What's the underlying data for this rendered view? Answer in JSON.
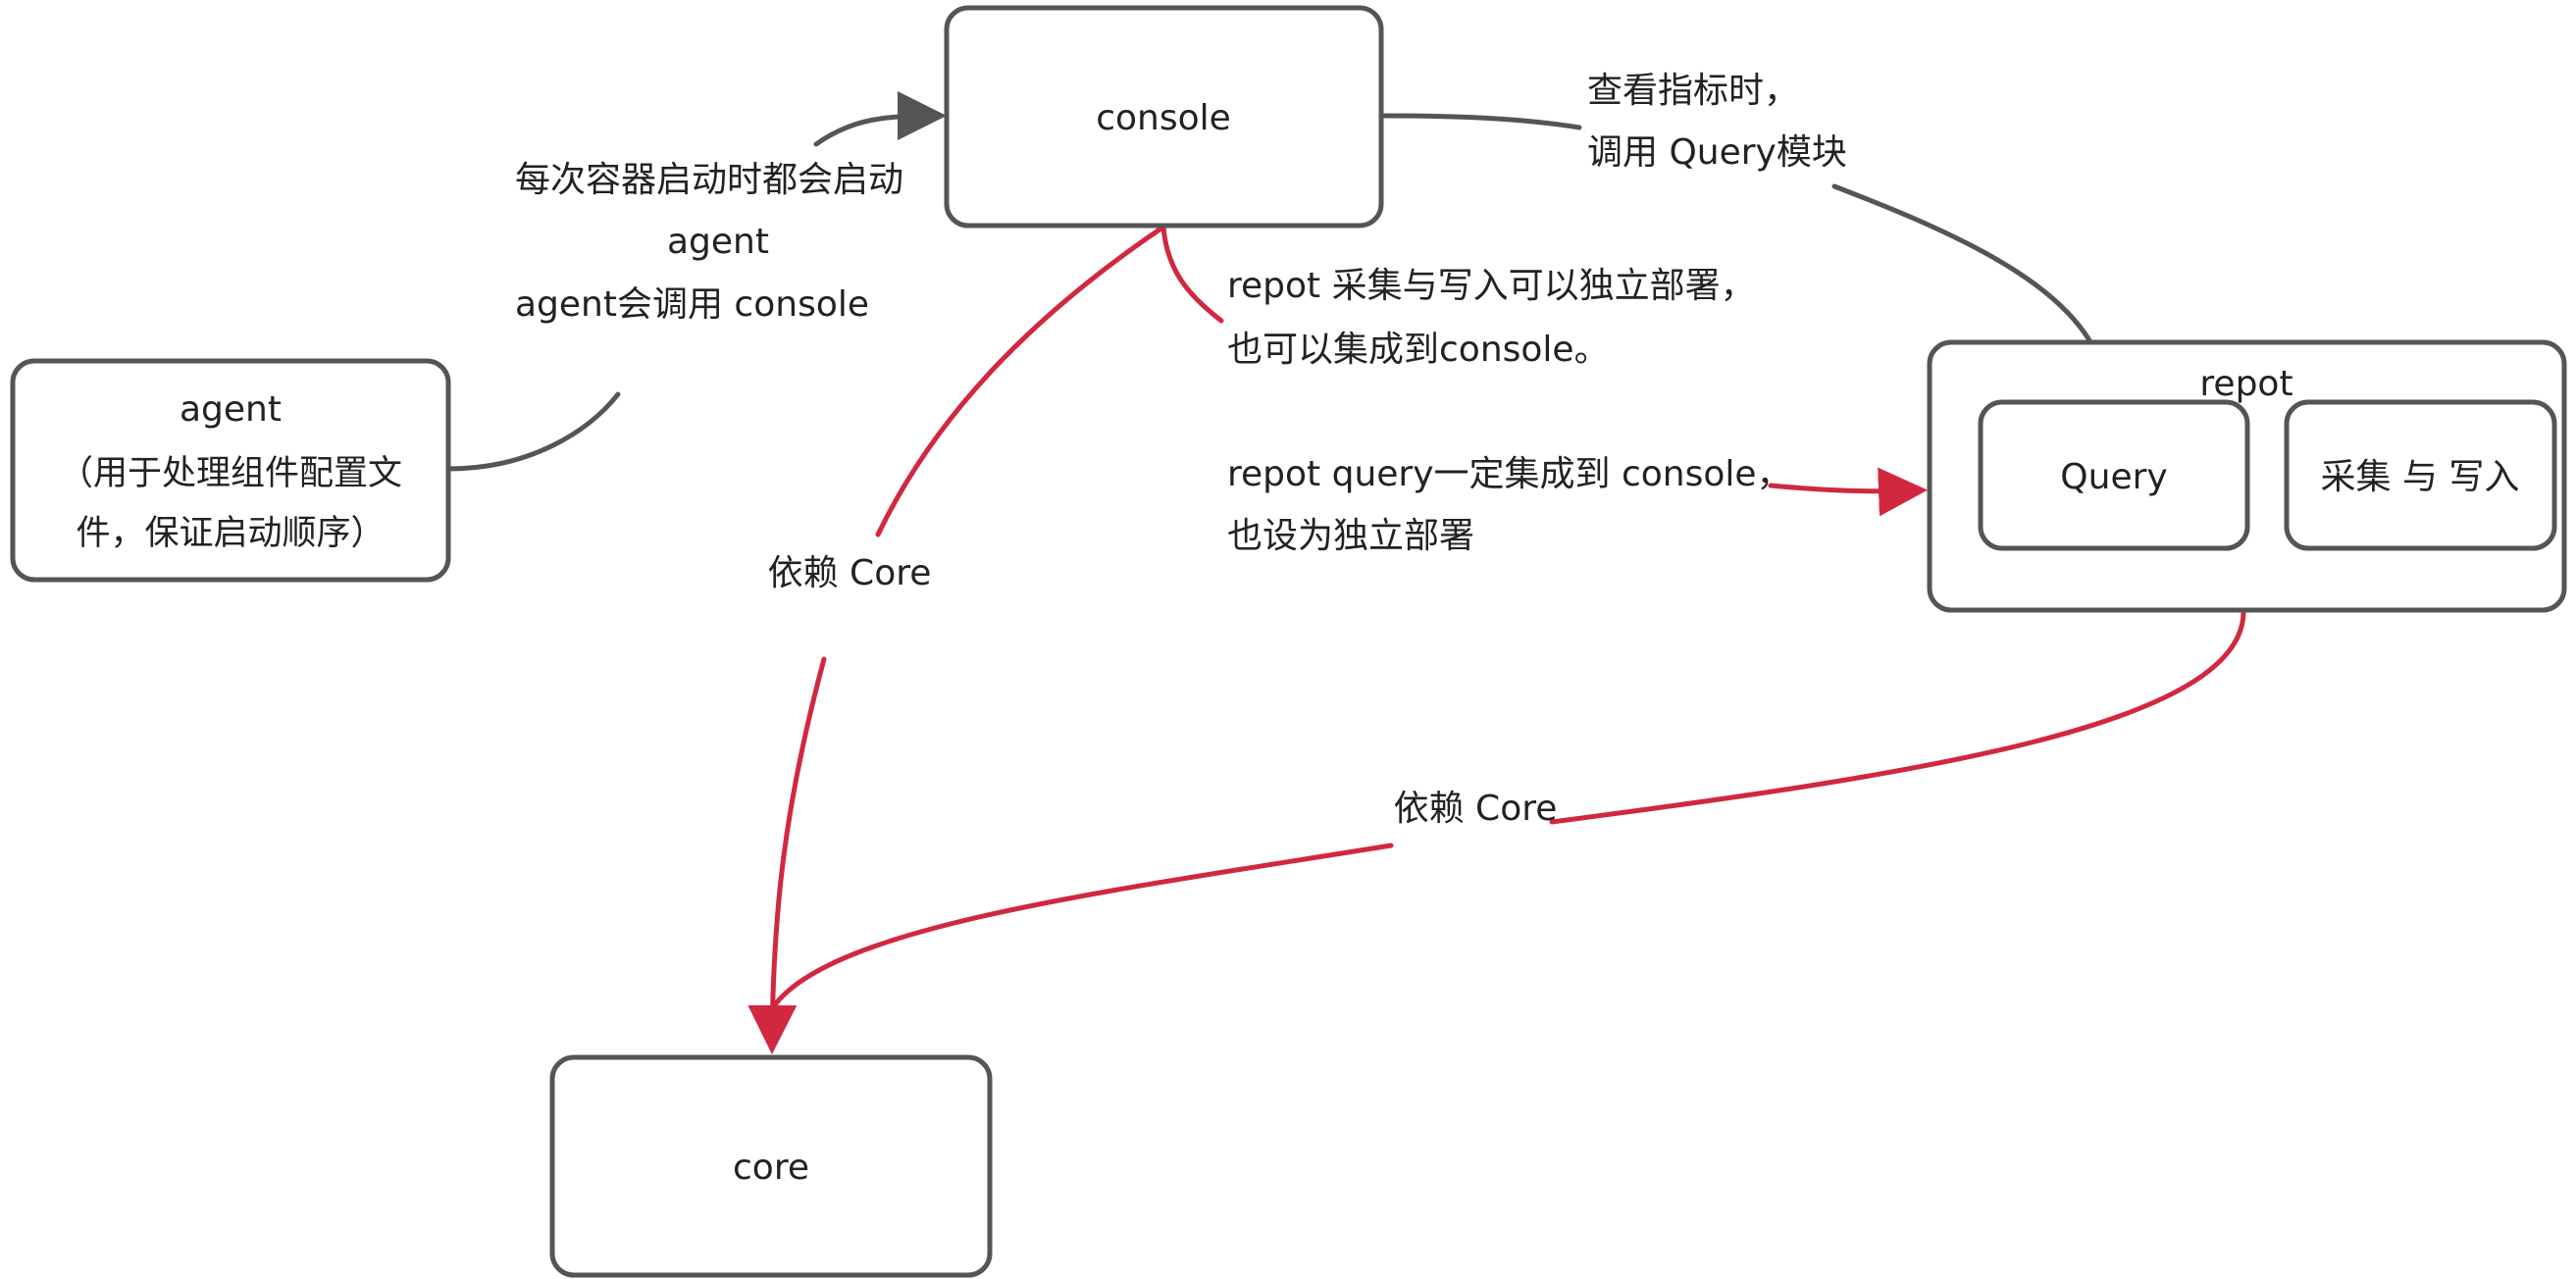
{
  "colors": {
    "node_border": "#555555",
    "dependency_edge": "#d1283f",
    "call_edge": "#555555",
    "text": "#222222"
  },
  "nodes": {
    "console": {
      "label": "console"
    },
    "agent": {
      "label": "agent",
      "description_lines": [
        "（用于处理组件配置文",
        "件，保证启动顺序）"
      ]
    },
    "repot": {
      "label": "repot",
      "children": {
        "query": {
          "label": "Query"
        },
        "collect": {
          "label": "采集 与 写入"
        }
      }
    },
    "core": {
      "label": "core"
    }
  },
  "edges": {
    "agent_to_console": {
      "label_lines": [
        "每次容器启动时都会启动",
        "agent",
        "agent会调用 console"
      ]
    },
    "console_to_query": {
      "label_lines": [
        "查看指标时，",
        "调用 Query模块"
      ]
    },
    "console_to_core": {
      "label": "依赖 Core"
    },
    "repot_to_core": {
      "label": "依赖 Core"
    },
    "collect_note": {
      "label_lines": [
        "repot 采集与写入可以独立部署，",
        "也可以集成到console。"
      ]
    },
    "query_note": {
      "label_lines": [
        "repot query一定集成到 console，",
        "也设为独立部署"
      ]
    }
  }
}
